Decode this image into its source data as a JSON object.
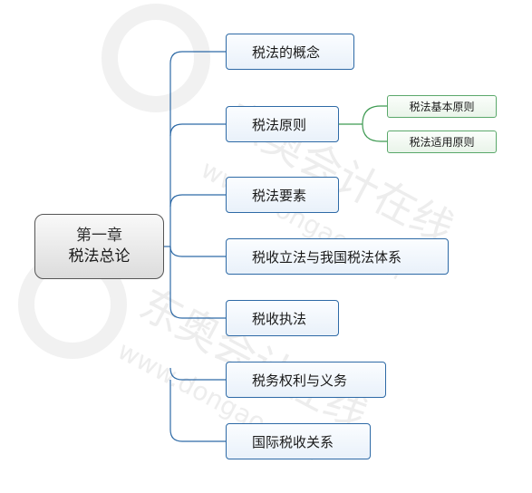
{
  "root": {
    "line1": "第一章",
    "line2": "税法总论"
  },
  "topics": [
    {
      "label": "税法的概念"
    },
    {
      "label": "税法原则",
      "children": [
        {
          "label": "税法基本原则"
        },
        {
          "label": "税法适用原则"
        }
      ]
    },
    {
      "label": "税法要素"
    },
    {
      "label": "税收立法与我国税法体系"
    },
    {
      "label": "税收执法"
    },
    {
      "label": "税务权利与义务"
    },
    {
      "label": "国际税收关系"
    }
  ],
  "watermark": {
    "text1": "东奥会计在线",
    "text2": "www.dongao.com"
  },
  "colors": {
    "branch_line": "#2e6aa6",
    "sub_line": "#3e9a52",
    "root_border": "#555555"
  }
}
